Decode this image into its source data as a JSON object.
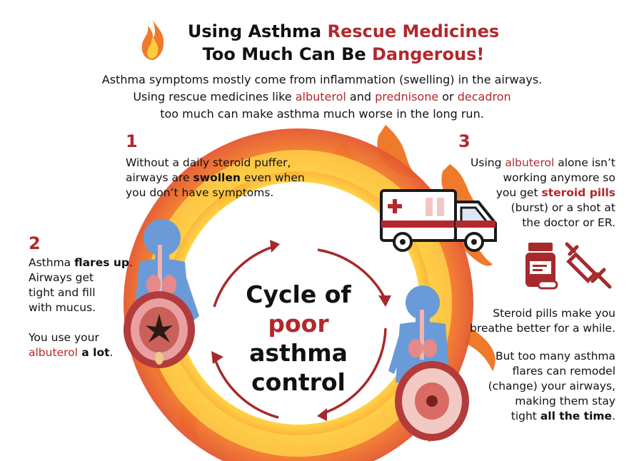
{
  "title": {
    "line1": {
      "a": "Using Asthma ",
      "b": "Rescue Medicines"
    },
    "line2": {
      "a": "Too Much Can Be ",
      "b": "Dangerous!"
    }
  },
  "intro": {
    "line1": "Asthma symptoms mostly come from inflammation (swelling) in the airways.",
    "line2": {
      "a": "Using rescue medicines like ",
      "b": "albuterol",
      "c": " and ",
      "d": "prednisone",
      "e": " or ",
      "f": "decadron"
    },
    "line3": "too much can make asthma much worse in the long run."
  },
  "step1": {
    "number": "1",
    "line1": "Without a daily steroid puffer,",
    "line2": {
      "a": "airways are ",
      "b": "swollen",
      "c": " even when"
    },
    "line3": "you don’t have symptoms."
  },
  "step2": {
    "number": "2",
    "line1": {
      "a": "Asthma ",
      "b": "flares up",
      "c": "."
    },
    "line2": "Airways get",
    "line3": "tight and fill",
    "line4": "with mucus.",
    "line5": "You use your",
    "line6": {
      "a": "albuterol",
      "b": " a lot",
      "c": "."
    }
  },
  "step3": {
    "number": "3",
    "line1": {
      "a": "Using ",
      "b": "albuterol",
      "c": " alone isn’t"
    },
    "line2": "working anymore so",
    "line3": {
      "a": "you get ",
      "b": "steroid pills"
    },
    "line4": "(burst) or a shot at",
    "line5": "the doctor or ER."
  },
  "step4": {
    "line1": "Steroid pills make you",
    "line2": "breathe better for a while.",
    "line3": "But too many asthma",
    "line4": "flares can remodel",
    "line5": "(change) your airways,",
    "line6": "making them stay",
    "line7": {
      "a": "tight ",
      "b": "all the time",
      "c": "."
    }
  },
  "center": {
    "line1": "Cycle of",
    "line2": "poor",
    "line3": "asthma",
    "line4": "control"
  },
  "colors": {
    "accent_red": "#b3282d",
    "flame_orange": "#f5822a",
    "flame_yellow": "#ffcf3a",
    "body_blue": "#6a9bd8"
  },
  "icons": [
    "flame-icon",
    "ambulance-icon",
    "pill-bottle-icon",
    "syringe-icon",
    "airway-cross-section-icon",
    "child-figure-icon"
  ]
}
